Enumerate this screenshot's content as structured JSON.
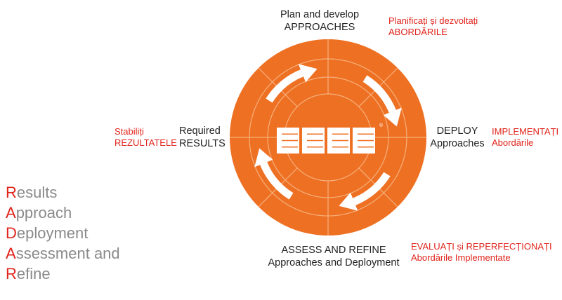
{
  "colors": {
    "disc": "#ee7023",
    "lines": "#f6b07c",
    "arrows": "#ffffff",
    "english_text": "#222222",
    "romanian_text": "#e0241b",
    "radar_text": "#8a8a8a",
    "radar_initial": "#e0241b"
  },
  "labels": {
    "plan": {
      "en": [
        "Plan and develop",
        "APPROACHES"
      ],
      "ro": [
        "Planificați și dezvoltați",
        "ABORDĂRILE"
      ]
    },
    "results": {
      "en": [
        "Required",
        "RESULTS"
      ],
      "ro": [
        "Stabiliți",
        "REZULTATELE"
      ]
    },
    "deploy": {
      "en": [
        "DEPLOY",
        "Approaches"
      ],
      "ro": [
        "IMPLEMENTAȚI",
        "Abordările"
      ]
    },
    "assess": {
      "en": [
        "ASSESS AND REFINE",
        "Approaches and Deployment"
      ],
      "ro": [
        "EVALUAȚI și REPERFECȚIONAȚI",
        "Abordările Implementate"
      ]
    }
  },
  "radar": [
    {
      "initial": "R",
      "rest": "esults"
    },
    {
      "initial": "A",
      "rest": "pproach"
    },
    {
      "initial": "D",
      "rest": "eployment"
    },
    {
      "initial": "A",
      "rest": "ssessment and"
    },
    {
      "initial": "R",
      "rest": "efine"
    }
  ],
  "icons": {
    "cycle_arrows": "clockwise-arrow-icon",
    "logo": "radar-logo-icon",
    "trademark": "®"
  }
}
